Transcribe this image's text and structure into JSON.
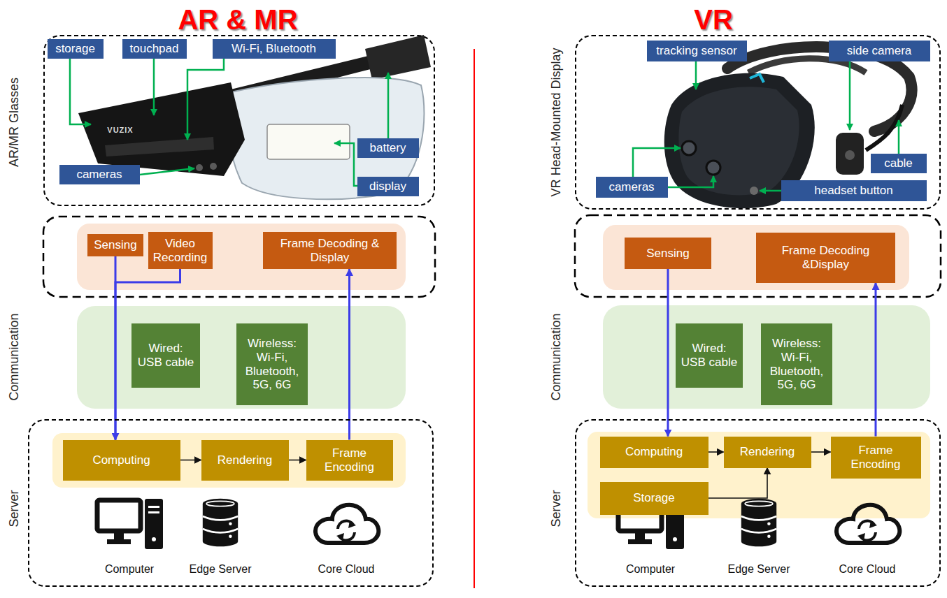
{
  "diagram": {
    "nodes": [
      {
        "text": [
          "AR/MR Glasses"
        ]
      },
      {
        "text": [
          "storage"
        ],
        "in": 0
      },
      {
        "text": [
          "touchpad"
        ],
        "in": 0
      },
      {
        "text": [
          "Wi-Fi, Bluetooth"
        ],
        "in": 0
      },
      {
        "text": [
          "battery"
        ],
        "in": 0
      },
      {
        "text": [
          "cameras"
        ],
        "in": 0
      },
      {
        "text": [
          "display"
        ],
        "in": 0
      },
      {
        "text": [
          "Sensing"
        ]
      },
      {
        "text": [
          "Video Recording"
        ]
      },
      {
        "text": [
          "Frame Decoding & Display"
        ]
      },
      {
        "text": [
          "Communication"
        ]
      },
      {
        "text": [
          "Wired: USB cable"
        ],
        "in": 10
      },
      {
        "text": [
          "Wireless: Wi-Fi, Bluetooth, 5G, 6G"
        ],
        "in": 10
      },
      {
        "text": [
          "Server"
        ]
      },
      {
        "text": [
          "Computing"
        ],
        "in": 13
      },
      {
        "text": [
          "Rendering"
        ],
        "in": 13
      },
      {
        "text": [
          "Frame Encoding"
        ],
        "in": 13
      },
      {
        "text": [
          "VR Head-Mounted Display"
        ]
      },
      {
        "text": [
          "tracking sensor"
        ],
        "in": 17
      },
      {
        "text": [
          "side camera"
        ],
        "in": 17
      },
      {
        "text": [
          "cable"
        ],
        "in": 17
      },
      {
        "text": [
          "cameras"
        ],
        "in": 17
      },
      {
        "text": [
          "headset button"
        ],
        "in": 17
      },
      {
        "text": [
          "Sensing"
        ]
      },
      {
        "text": [
          "Frame Decoding &Display"
        ]
      },
      {
        "text": [
          "Communication"
        ]
      },
      {
        "text": [
          "Wired: USB cable"
        ],
        "in": 25
      },
      {
        "text": [
          "Wireless: Wi-Fi, Bluetooth, 5G, 6G"
        ],
        "in": 25
      },
      {
        "text": [
          "Server"
        ]
      },
      {
        "text": [
          "Computing"
        ],
        "in": 28
      },
      {
        "text": [
          "Rendering"
        ],
        "in": 28
      },
      {
        "text": [
          "Frame Encoding"
        ],
        "in": 28
      },
      {
        "text": [
          "Storage"
        ],
        "in": 28
      }
    ],
    "edges": [
      {
        "from": 7,
        "to": 14,
        "arrow": "to"
      },
      {
        "from": 8,
        "to": 14,
        "arrow": "to"
      },
      {
        "from": 16,
        "to": 9,
        "arrow": "to"
      },
      {
        "from": 14,
        "to": 15,
        "arrow": "to"
      },
      {
        "from": 15,
        "to": 16,
        "arrow": "to"
      },
      {
        "from": 23,
        "to": 29,
        "arrow": "to"
      },
      {
        "from": 31,
        "to": 24,
        "arrow": "to"
      },
      {
        "from": 29,
        "to": 30,
        "arrow": "to"
      },
      {
        "from": 30,
        "to": 31,
        "arrow": "to"
      },
      {
        "from": 32,
        "to": 30,
        "arrow": "to"
      }
    ],
    "labels": [
      "AR & MR",
      "VR",
      "VUZIX",
      "Computer",
      "Edge Server",
      "Core Cloud",
      "Computer",
      "Edge Server",
      "Core Cloud"
    ]
  }
}
